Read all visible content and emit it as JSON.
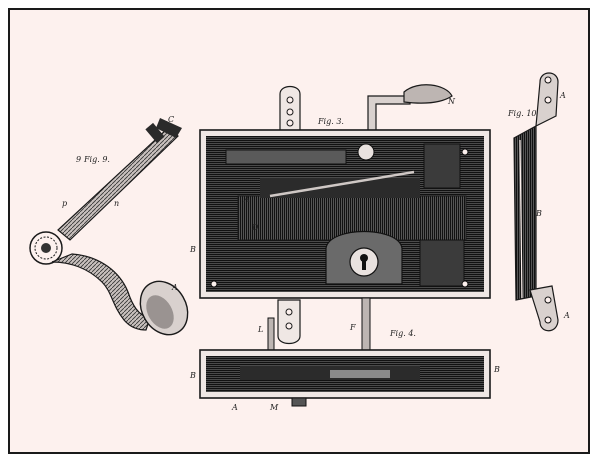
{
  "plate": {
    "figures": {
      "fig9": "Fig. 9.",
      "fig3": "Fig. 3.",
      "fig10": "Fig. 10",
      "fig4": "Fig. 4."
    },
    "fig9_labels": {
      "prefix": "9",
      "c": "C",
      "p": "p",
      "n": "n",
      "a": "A"
    },
    "fig3_labels": {
      "n": "N",
      "b": "B",
      "d": "D",
      "a": "A",
      "l": "L",
      "f": "F"
    },
    "fig10_labels": {
      "a_top": "A",
      "b": "B",
      "a_bottom": "A"
    },
    "fig4_labels": {
      "b_left": "B",
      "b_right": "B",
      "a": "A",
      "m": "M"
    }
  },
  "colors": {
    "paper": "#fdf1ee",
    "ink": "#1a1a1a",
    "mid": "#3b3b3b",
    "dark": "#0f0f0f"
  }
}
